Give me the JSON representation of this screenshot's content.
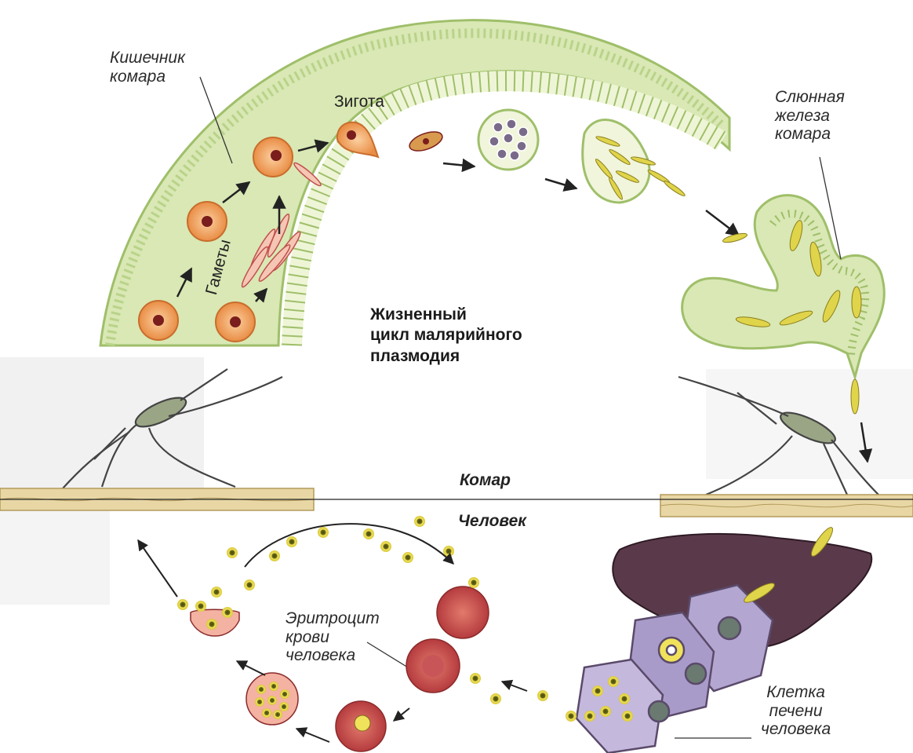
{
  "title": [
    "Жизненный",
    "цикл малярийного",
    "плазмодия"
  ],
  "labels": {
    "mosquito_gut": [
      "Кишечник",
      "комара"
    ],
    "zygote": "Зигота",
    "gametes": "Гаметы",
    "salivary_gland": [
      "Слюнная",
      "железа",
      "комара"
    ],
    "mosquito": "Комар",
    "human": "Человек",
    "erythrocyte": [
      "Эритроцит",
      "крови",
      "человека"
    ],
    "liver_cell": [
      "Клетка",
      "печени",
      "человека"
    ]
  },
  "colors": {
    "gut_fill": "#d9e8b4",
    "gut_edge": "#9fbf6a",
    "cell_orange": "#f2a65e",
    "cell_nucleus": "#7a1d1d",
    "sporozoite": "#e0d44a",
    "rbc": "#c8474a",
    "liver": "#5a3a4a",
    "liver_cells": "#a99bc9",
    "skin": "#e8d7a5"
  },
  "icons": [
    "arrow-icon",
    "mosquito-icon"
  ]
}
